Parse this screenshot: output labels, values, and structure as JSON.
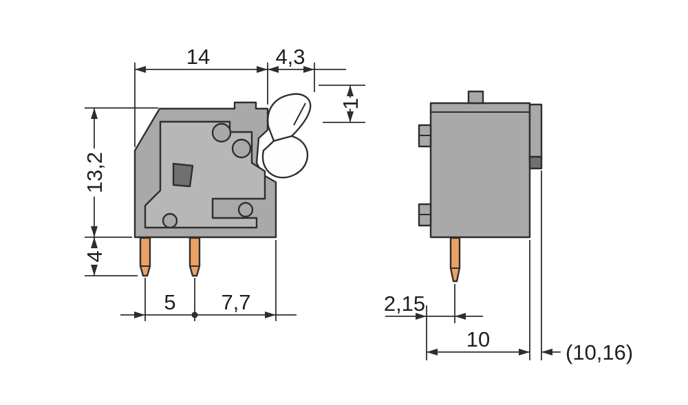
{
  "drawing": {
    "front_view": {
      "dim_width": "14",
      "dim_lever_width": "4,3",
      "dim_lever_height": "1",
      "dim_body_height": "13,2",
      "dim_pin_length": "4",
      "dim_pin_pitch": "5",
      "dim_pin_to_edge": "7,7"
    },
    "side_view": {
      "dim_pin_offset": "2,15",
      "dim_depth": "10",
      "dim_total_depth": "(10,16)"
    },
    "colors": {
      "body": "#a9a9a9",
      "body_inner": "#b7b7b7",
      "lever": "#fefefe",
      "pin": "#e9a263",
      "detail_dark": "#707070",
      "line": "#2e2e2e"
    }
  }
}
